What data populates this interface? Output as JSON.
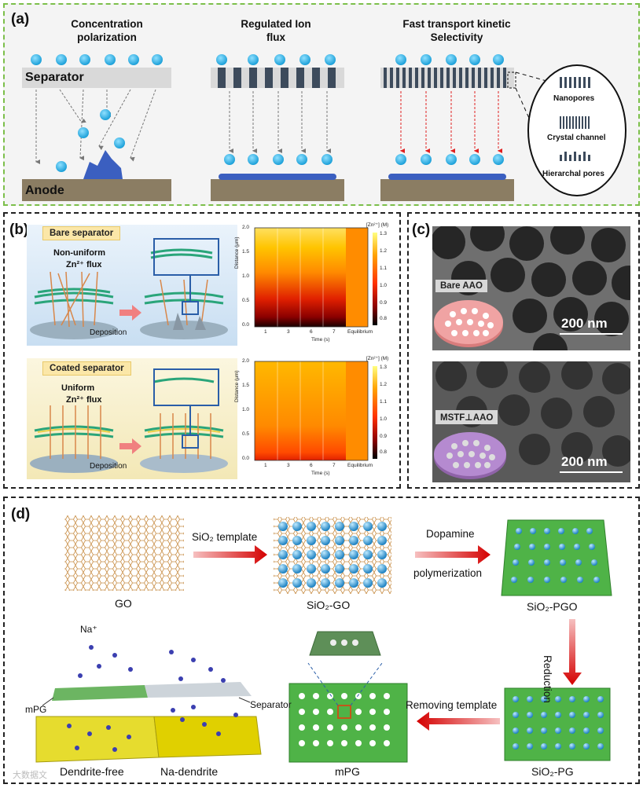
{
  "panel_a": {
    "label": "(a)",
    "col1_title": "Concentration polarization",
    "col2_title": "Regulated Ion flux",
    "col3_title": "Fast transport kinetic Selectivity",
    "separator_label": "Separator",
    "anode_label": "Anode",
    "zoom_items": [
      "Nanopores",
      "Crystal channel",
      "Hierarchal pores"
    ]
  },
  "panel_b": {
    "label": "(b)",
    "bare": {
      "tab": "Bare separator",
      "flux": "Non-uniform",
      "flux_ion": "Zn²⁺ flux",
      "arrow": "Deposition"
    },
    "coated": {
      "tab": "Coated separator",
      "flux": "Uniform",
      "flux_ion": "Zn²⁺ flux",
      "arrow": "Deposition"
    },
    "heatmap": {
      "ylabel": "Distance (μm)",
      "xlabel": "Time (s)",
      "colorbar_label": "[Zn²⁺] (M)",
      "yticks": [
        "2.0",
        "1.5",
        "1.0",
        "0.5",
        "0.0"
      ],
      "xticks": [
        "1",
        "3",
        "6",
        "7",
        "Equilibrium"
      ],
      "cbticks": [
        "1.3",
        "1.2",
        "1.1",
        "1.0",
        "0.9",
        "0.8"
      ]
    }
  },
  "panel_c": {
    "label": "(c)",
    "top_label": "Bare AAO",
    "bottom_label": "MSTF⊥AAO",
    "scale_top": "200 nm",
    "scale_bottom": "200 nm"
  },
  "panel_d": {
    "label": "(d)",
    "go": "GO",
    "step1": "SiO₂ template",
    "sio2_go": "SiO₂-GO",
    "step2a": "Dopamine",
    "step2b": "polymerization",
    "sio2_pgo": "SiO₂-PGO",
    "step3": "Reduction",
    "sio2_pg": "SiO₂-PG",
    "step4": "Removing template",
    "mpg": "mPG",
    "na": "Na⁺",
    "separator": "Separator",
    "mpg_small": "mPG",
    "dendrite_free": "Dendrite-free",
    "na_dendrite": "Na-dendrite",
    "watermark": "大数据文"
  }
}
